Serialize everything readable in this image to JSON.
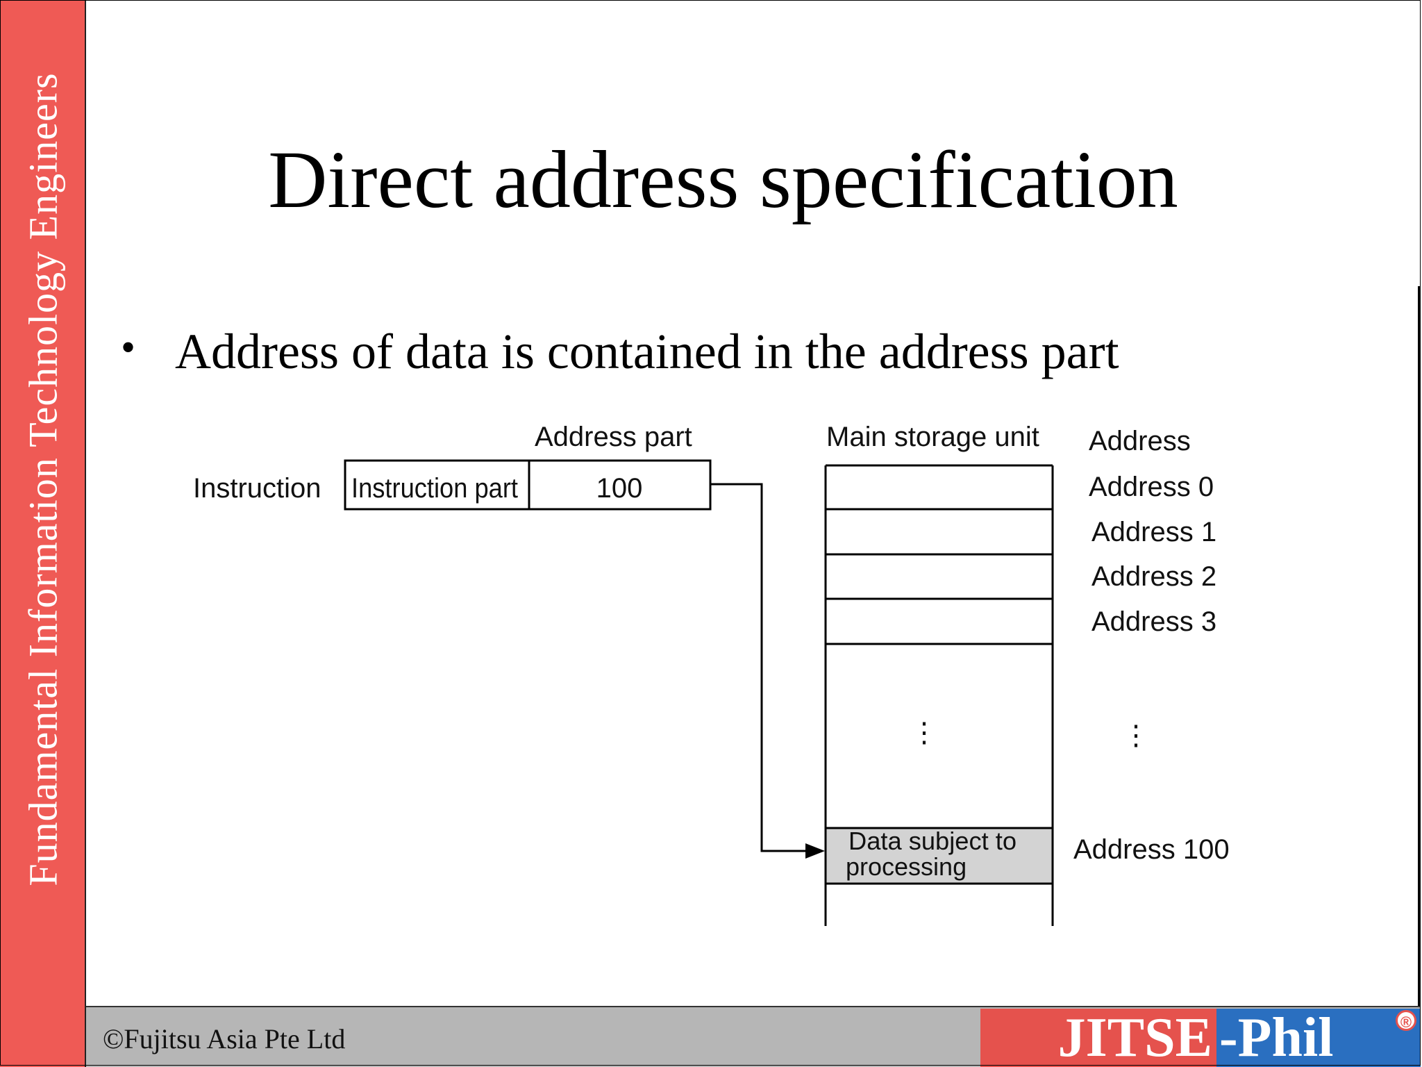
{
  "sidebar": {
    "text": "Fundamental Information Technology Engineers"
  },
  "slide": {
    "title": "Direct address specification",
    "bullet": "Address of data is contained in the address part"
  },
  "diagram": {
    "address_part_header": "Address part",
    "instruction_label": "Instruction",
    "instruction_part": "Instruction part",
    "address_value": "100",
    "storage_header": "Main storage unit",
    "address_header": "Address",
    "addresses": [
      "Address 0",
      "Address 1",
      "Address 2",
      "Address 3"
    ],
    "ellipsis": "⋮",
    "data_cell_line1": "Data subject to",
    "data_cell_line2": "processing",
    "data_address": "Address 100",
    "colors": {
      "data_cell_fill": "#d3d3d3",
      "line": "#000000"
    }
  },
  "footer": {
    "copyright": "©Fujitsu Asia Pte Ltd",
    "logo_left": "JITSE",
    "logo_right": "-Phil",
    "logo_mark": "®",
    "colors": {
      "logo_red": "#e5524d",
      "logo_blue": "#2a6fc0",
      "bar": "#b6b6b6"
    }
  },
  "theme": {
    "sidebar_color": "#ef5a55"
  }
}
